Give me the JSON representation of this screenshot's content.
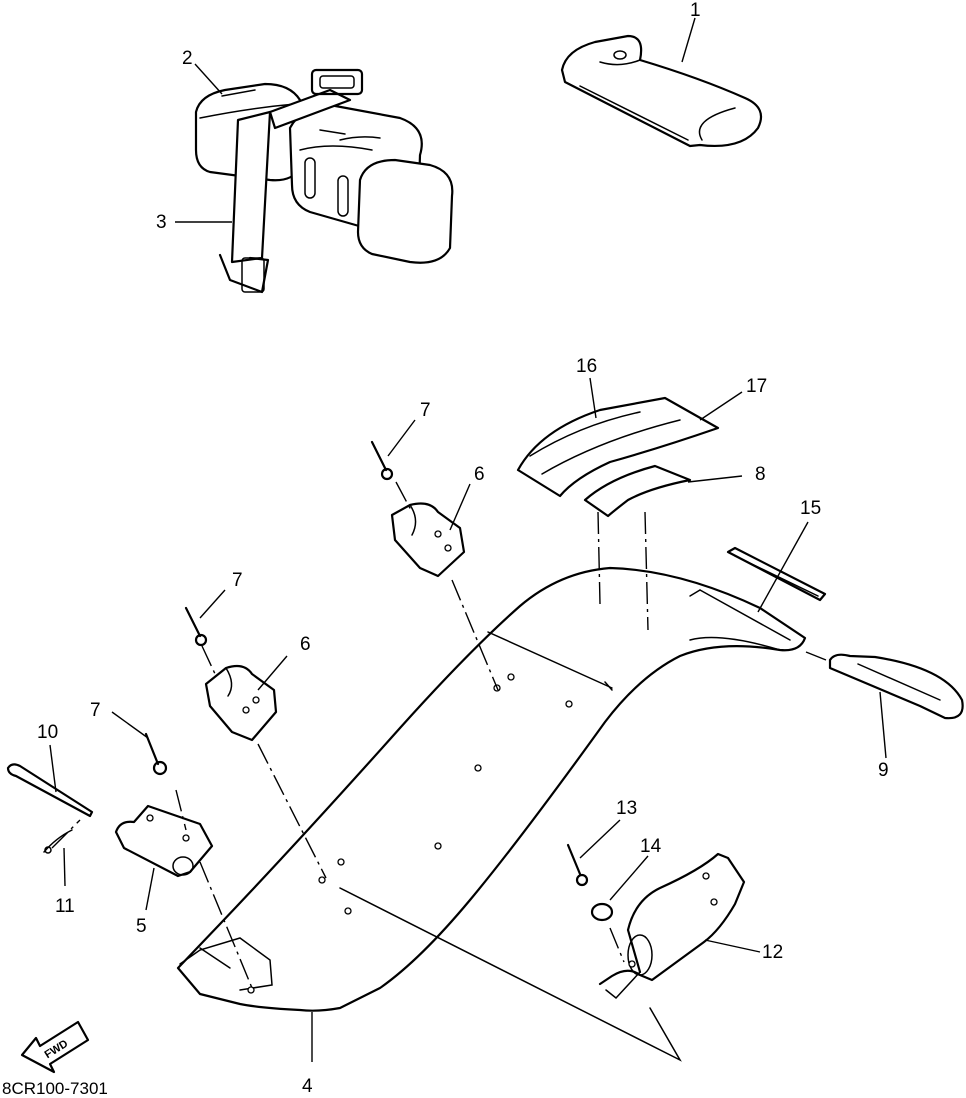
{
  "diagram_code": "8CR100-7301",
  "fwd_label": "FWD",
  "callouts": {
    "c1": "1",
    "c2": "2",
    "c3": "3",
    "c4": "4",
    "c5": "5",
    "c6a": "6",
    "c6b": "6",
    "c7a": "7",
    "c7b": "7",
    "c7c": "7",
    "c8": "8",
    "c9": "9",
    "c10": "10",
    "c11": "11",
    "c12": "12",
    "c13": "13",
    "c14": "14",
    "c15": "15",
    "c16": "16",
    "c17": "17"
  }
}
